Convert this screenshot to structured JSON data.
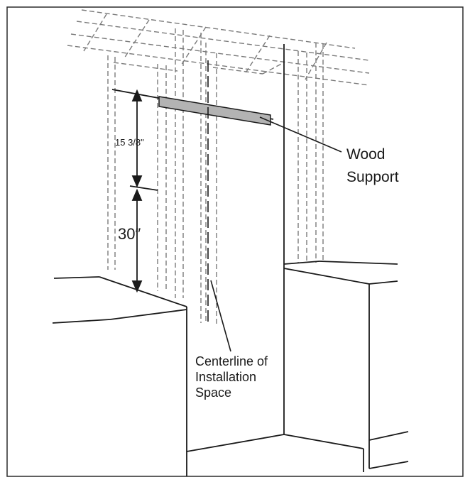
{
  "labels": {
    "dimension_upper": "15 3/8\"",
    "dimension_lower": "30″",
    "wood_support_line1": "Wood",
    "wood_support_line2": "Support",
    "centerline_line1": "Centerline of",
    "centerline_line2": "Installation",
    "centerline_line3": "Space"
  },
  "colors": {
    "line": "#1a1a1a",
    "dashed": "#7a7a7a",
    "wood_fill": "#b3b3b3",
    "border": "#2a2a2a"
  }
}
